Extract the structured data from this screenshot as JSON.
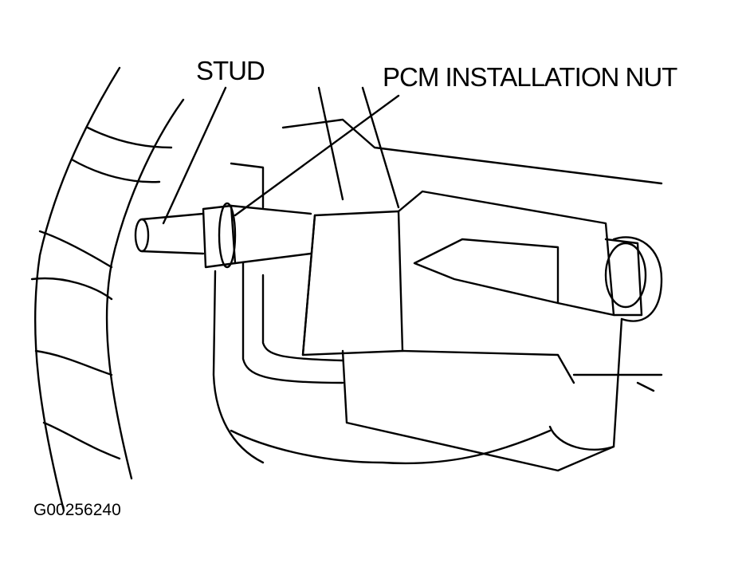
{
  "labels": {
    "stud": "STUD",
    "pcm_nut": "PCM INSTALLATION NUT"
  },
  "figure_code": "G00256240"
}
